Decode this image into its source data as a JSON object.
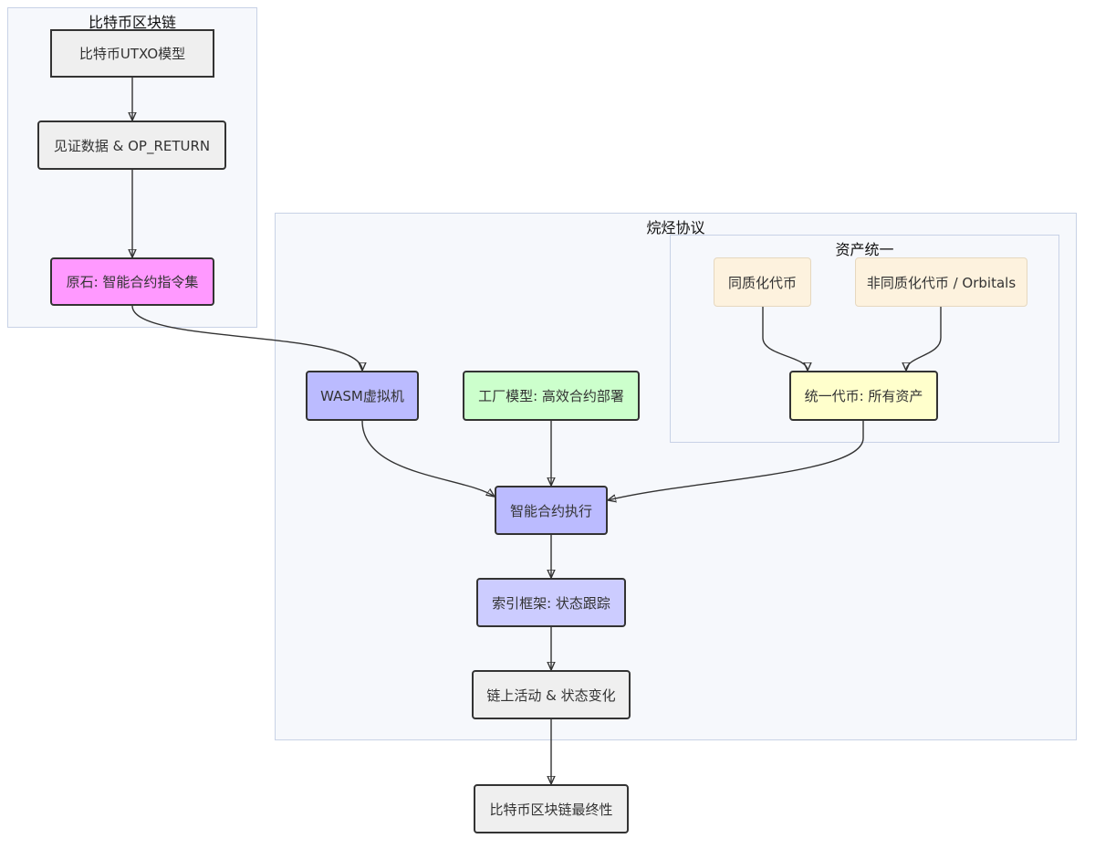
{
  "clusters": {
    "bitcoin": {
      "title": "比特币区块链"
    },
    "alkanes": {
      "title": "烷烃协议"
    },
    "assets": {
      "title": "资产统一"
    }
  },
  "nodes": {
    "utxo": "比特币UTXO模型",
    "witness": "见证数据 & OP_RETURN",
    "ore": "原石: 智能合约指令集",
    "wasm": "WASM虚拟机",
    "factory": "工厂模型: 高效合约部署",
    "fungible": "同质化代币",
    "nft": "非同质化代币 / Orbitals",
    "unified": "统一代币: 所有资产",
    "execution": "智能合约执行",
    "indexer": "索引框架: 状态跟踪",
    "onchain": "链上活动 & 状态变化",
    "finality": "比特币区块链最终性"
  },
  "colors": {
    "cluster_fill": "#f6f8fc",
    "cluster_border": "#c8d2e6",
    "default_fill": "#efefef",
    "ore_fill": "#ff99ff",
    "vm_fill": "#bbbbff",
    "indexer_fill": "#ccccff",
    "factory_fill": "#ccffcc",
    "unified_fill": "#ffffcc",
    "token_fill": "#fdf2de",
    "edge": "#333333"
  }
}
